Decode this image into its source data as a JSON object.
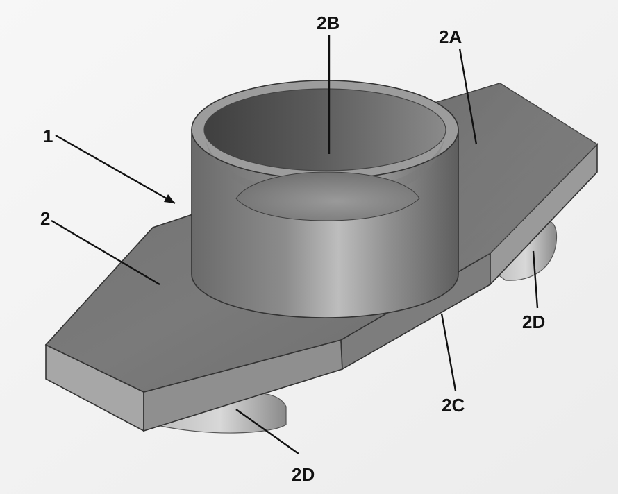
{
  "callouts": [
    {
      "id": "1",
      "text": "1"
    },
    {
      "id": "2",
      "text": "2"
    },
    {
      "id": "2A",
      "text": "2A"
    },
    {
      "id": "2B",
      "text": "2B"
    },
    {
      "id": "2C",
      "text": "2C"
    },
    {
      "id": "2D-right",
      "text": "2D"
    },
    {
      "id": "2D-bottom",
      "text": "2D"
    }
  ]
}
